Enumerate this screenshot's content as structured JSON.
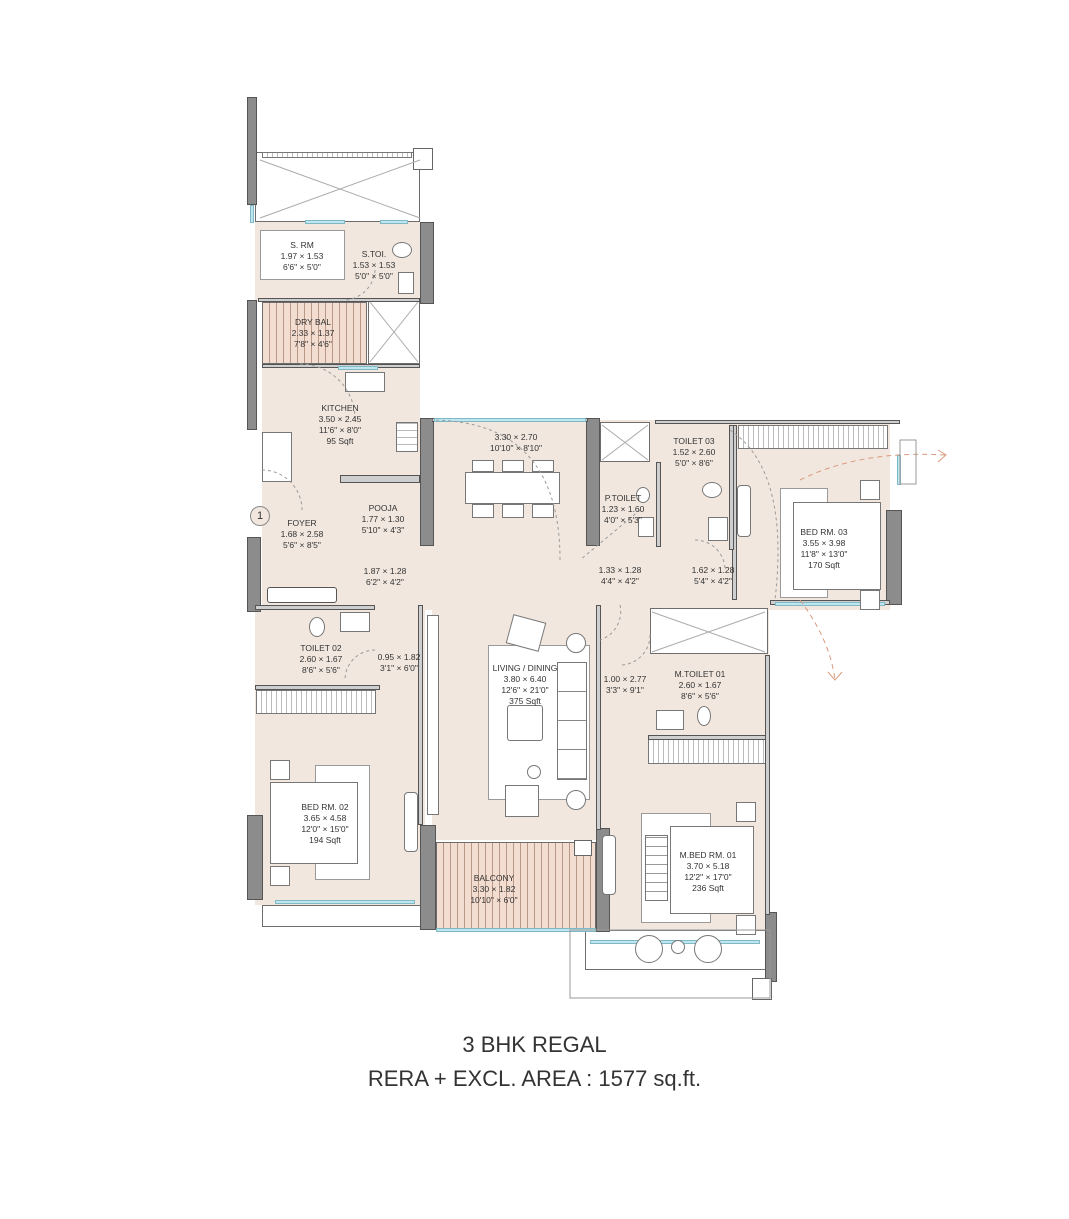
{
  "title": {
    "unit_type": "3 BHK REGAL",
    "area_line": "RERA + EXCL. AREA : 1577 sq.ft."
  },
  "entry_marker": "1",
  "rooms": [
    {
      "id": "s-rm",
      "name": "S. RM",
      "metric": "1.97 × 1.53",
      "imperial": "6'6\" × 5'0\"",
      "area": ""
    },
    {
      "id": "s-toi",
      "name": "S.TOI.",
      "metric": "1.53 × 1.53",
      "imperial": "5'0\" × 5'0\"",
      "area": ""
    },
    {
      "id": "dry-bal",
      "name": "DRY BAL",
      "metric": "2.33 × 1.37",
      "imperial": "7'8\" × 4'6\"",
      "area": ""
    },
    {
      "id": "kitchen",
      "name": "KITCHEN",
      "metric": "3.50 × 2.45",
      "imperial": "11'6\" × 8'0\"",
      "area": "95 Sqft"
    },
    {
      "id": "foyer",
      "name": "FOYER",
      "metric": "1.68 × 2.58",
      "imperial": "5'6\" × 8'5\"",
      "area": ""
    },
    {
      "id": "pooja",
      "name": "POOJA",
      "metric": "1.77 × 1.30",
      "imperial": "5'10\" × 4'3\"",
      "area": ""
    },
    {
      "id": "passage-1",
      "name": "",
      "metric": "1.87 × 1.28",
      "imperial": "6'2\" × 4'2\"",
      "area": ""
    },
    {
      "id": "dining",
      "name": "",
      "metric": "3.30 × 2.70",
      "imperial": "10'10\" × 8'10\"",
      "area": ""
    },
    {
      "id": "p-toilet",
      "name": "P.TOILET",
      "metric": "1.23 × 1.60",
      "imperial": "4'0\" × 5'3\"",
      "area": ""
    },
    {
      "id": "toilet-03",
      "name": "TOILET 03",
      "metric": "1.52 × 2.60",
      "imperial": "5'0\" × 8'6\"",
      "area": ""
    },
    {
      "id": "passage-2",
      "name": "",
      "metric": "1.33 × 1.28",
      "imperial": "4'4\" × 4'2\"",
      "area": ""
    },
    {
      "id": "passage-3",
      "name": "",
      "metric": "1.62 × 1.28",
      "imperial": "5'4\" × 4'2\"",
      "area": ""
    },
    {
      "id": "bed-rm-03",
      "name": "BED RM. 03",
      "metric": "3.55 × 3.98",
      "imperial": "11'8\" × 13'0\"",
      "area": "170 Sqft"
    },
    {
      "id": "toilet-02",
      "name": "TOILET 02",
      "metric": "2.60 × 1.67",
      "imperial": "8'6\" × 5'6\"",
      "area": ""
    },
    {
      "id": "passage-4",
      "name": "",
      "metric": "0.95 × 1.82",
      "imperial": "3'1\" × 6'0\"",
      "area": ""
    },
    {
      "id": "living-dining",
      "name": "LIVING / DINING",
      "metric": "3.80 × 6.40",
      "imperial": "12'6\" × 21'0\"",
      "area": "375 Sqft"
    },
    {
      "id": "passage-5",
      "name": "",
      "metric": "1.00 × 2.77",
      "imperial": "3'3\" × 9'1\"",
      "area": ""
    },
    {
      "id": "m-toilet-01",
      "name": "M.TOILET 01",
      "metric": "2.60 × 1.67",
      "imperial": "8'6\" × 5'6\"",
      "area": ""
    },
    {
      "id": "bed-rm-02",
      "name": "BED RM. 02",
      "metric": "3.65 × 4.58",
      "imperial": "12'0\" × 15'0\"",
      "area": "194 Sqft"
    },
    {
      "id": "balcony",
      "name": "BALCONY",
      "metric": "3.30 × 1.82",
      "imperial": "10'10\" × 6'0\"",
      "area": ""
    },
    {
      "id": "m-bed-rm-01",
      "name": "M.BED RM. 01",
      "metric": "3.70 × 5.18",
      "imperial": "12'2\" × 17'0\"",
      "area": "236 Sqft"
    }
  ]
}
